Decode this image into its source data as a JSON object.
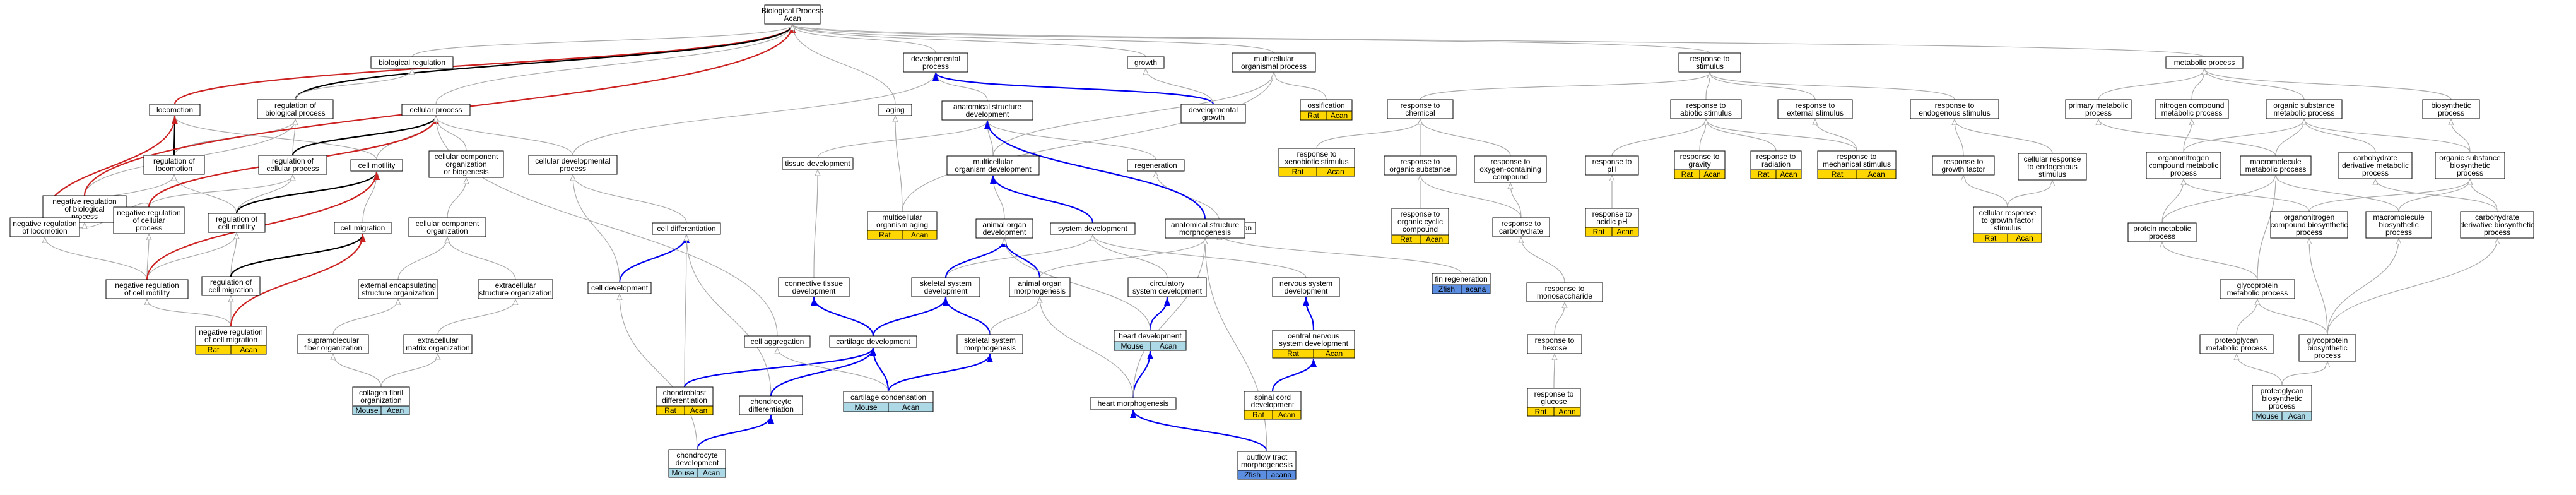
{
  "colors": {
    "is_a": "#aaaaaa",
    "part_of": "#0000ee",
    "regulates": "#000000",
    "negatively_regulates": "#cc2222",
    "rat": "#ffd700",
    "mouse": "#add8e6",
    "zebrafish": "#5b8de0",
    "border": "#000000"
  },
  "nodes": {
    "bp": {
      "lines": [
        "Biological Process",
        "Acan"
      ]
    },
    "biolreg": {
      "lines": [
        "biological regulation"
      ]
    },
    "loco": {
      "lines": [
        "locomotion"
      ]
    },
    "regbp": {
      "lines": [
        "regulation of",
        "biological process"
      ]
    },
    "cellproc": {
      "lines": [
        "cellular process"
      ]
    },
    "devproc": {
      "lines": [
        "developmental",
        "process"
      ]
    },
    "growth": {
      "lines": [
        "growth"
      ]
    },
    "multi": {
      "lines": [
        "multicellular",
        "organismal process"
      ]
    },
    "ossif": {
      "lines": [
        "ossification"
      ],
      "tags": [
        "Rat",
        "Acan"
      ]
    },
    "resp": {
      "lines": [
        "response to",
        "stimulus"
      ]
    },
    "metab": {
      "lines": [
        "metabolic process"
      ]
    },
    "negregbp": {
      "lines": [
        "negative regulation",
        "of biological",
        "process"
      ]
    },
    "regloco": {
      "lines": [
        "regulation of",
        "locomotion"
      ]
    },
    "regcellproc": {
      "lines": [
        "regulation of",
        "cellular process"
      ]
    },
    "cellmot": {
      "lines": [
        "cell motility"
      ]
    },
    "ccobio": {
      "lines": [
        "cellular component",
        "organization",
        "or biogenesis"
      ]
    },
    "celldevproc": {
      "lines": [
        "cellular developmental",
        "process"
      ]
    },
    "aging": {
      "lines": [
        "aging"
      ]
    },
    "asd": {
      "lines": [
        "anatomical structure",
        "development"
      ]
    },
    "devgrowth": {
      "lines": [
        "developmental",
        "growth"
      ]
    },
    "respchem": {
      "lines": [
        "response to",
        "chemical"
      ]
    },
    "respabio": {
      "lines": [
        "response to",
        "abiotic stimulus"
      ]
    },
    "respext": {
      "lines": [
        "response to",
        "external stimulus"
      ]
    },
    "respendo": {
      "lines": [
        "response to",
        "endogenous stimulus"
      ]
    },
    "primmet": {
      "lines": [
        "primary metabolic",
        "process"
      ]
    },
    "nitro": {
      "lines": [
        "nitrogen compound",
        "metabolic process"
      ]
    },
    "osmet": {
      "lines": [
        "organic substance",
        "metabolic process"
      ]
    },
    "biosyn": {
      "lines": [
        "biosynthetic",
        "process"
      ]
    },
    "negregloco": {
      "lines": [
        "negative regulation",
        "of locomotion"
      ]
    },
    "negregcp": {
      "lines": [
        "negative regulation",
        "of cellular",
        "process"
      ]
    },
    "regcellmot": {
      "lines": [
        "regulation of",
        "cell motility"
      ]
    },
    "cellmig": {
      "lines": [
        "cell migration"
      ]
    },
    "cco": {
      "lines": [
        "cellular component",
        "organization"
      ]
    },
    "celldiff": {
      "lines": [
        "cell differentiation"
      ]
    },
    "tissdev": {
      "lines": [
        "tissue development"
      ]
    },
    "mcoa": {
      "lines": [
        "multicellular",
        "organism aging"
      ],
      "tags": [
        "Rat",
        "Acan"
      ]
    },
    "mod": {
      "lines": [
        "multicellular",
        "organism development"
      ]
    },
    "regen": {
      "lines": [
        "regeneration"
      ]
    },
    "tissregen": {
      "lines": [
        "tissue regeneration"
      ]
    },
    "finregen": {
      "lines": [
        "fin regeneration"
      ],
      "tags": [
        "Zfish",
        "acana"
      ]
    },
    "respxeno": {
      "lines": [
        "response to",
        "xenobiotic stimulus"
      ],
      "tags": [
        "Rat",
        "Acan"
      ]
    },
    "resporg": {
      "lines": [
        "response to",
        "organic substance"
      ]
    },
    "respoxy": {
      "lines": [
        "response to",
        "oxygen-containing",
        "compound"
      ]
    },
    "respph": {
      "lines": [
        "response to",
        "pH"
      ]
    },
    "respgrav": {
      "lines": [
        "response to",
        "gravity"
      ],
      "tags": [
        "Rat",
        "Acan"
      ]
    },
    "resprad": {
      "lines": [
        "response to",
        "radiation"
      ],
      "tags": [
        "Rat",
        "Acan"
      ]
    },
    "respmech": {
      "lines": [
        "response to",
        "mechanical stimulus"
      ],
      "tags": [
        "Rat",
        "Acan"
      ]
    },
    "respgf": {
      "lines": [
        "response to",
        "growth factor"
      ]
    },
    "cellrespendo": {
      "lines": [
        "cellular response",
        "to endogenous",
        "stimulus"
      ]
    },
    "orgnitro": {
      "lines": [
        "organonitrogen",
        "compound metabolic",
        "process"
      ]
    },
    "macromet": {
      "lines": [
        "macromolecule",
        "metabolic process"
      ]
    },
    "carbderiv": {
      "lines": [
        "carbohydrate",
        "derivative metabolic",
        "process"
      ]
    },
    "osbio": {
      "lines": [
        "organic substance",
        "biosynthetic",
        "process"
      ]
    },
    "negregcm": {
      "lines": [
        "negative regulation",
        "of cell motility"
      ]
    },
    "regcm": {
      "lines": [
        "regulation of",
        "cell migration"
      ]
    },
    "extencap": {
      "lines": [
        "external encapsulating",
        "structure organization"
      ]
    },
    "extstruct": {
      "lines": [
        "extracellular",
        "structure organization"
      ]
    },
    "celldev": {
      "lines": [
        "cell development"
      ]
    },
    "connective": {
      "lines": [
        "connective tissue",
        "development"
      ]
    },
    "aom": {
      "lines": [
        "animal organ",
        "development"
      ]
    },
    "sysdev": {
      "lines": [
        "system development"
      ]
    },
    "asm": {
      "lines": [
        "anatomical structure",
        "morphogenesis"
      ]
    },
    "respcyclic": {
      "lines": [
        "response to",
        "organic cyclic",
        "compound"
      ],
      "tags": [
        "Rat",
        "Acan"
      ]
    },
    "respcarb": {
      "lines": [
        "response to",
        "carbohydrate"
      ]
    },
    "respacid": {
      "lines": [
        "response to",
        "acidic pH"
      ],
      "tags": [
        "Rat",
        "Acan"
      ]
    },
    "cellrespgf": {
      "lines": [
        "cellular response",
        "to growth factor",
        "stimulus"
      ],
      "tags": [
        "Rat",
        "Acan"
      ]
    },
    "protmet": {
      "lines": [
        "protein metabolic",
        "process"
      ]
    },
    "orgnbio": {
      "lines": [
        "organonitrogen",
        "compound biosynthetic",
        "process"
      ]
    },
    "macrobio": {
      "lines": [
        "macromolecule",
        "biosynthetic",
        "process"
      ]
    },
    "carbderivbio": {
      "lines": [
        "carbohydrate",
        "derivative biosynthetic",
        "process"
      ]
    },
    "negregcmig": {
      "lines": [
        "negative regulation",
        "of cell migration"
      ],
      "tags": [
        "Rat",
        "Acan"
      ]
    },
    "supramol": {
      "lines": [
        "supramolecular",
        "fiber organization"
      ]
    },
    "ecmorg": {
      "lines": [
        "extracellular",
        "matrix organization"
      ]
    },
    "skeldev": {
      "lines": [
        "skeletal system",
        "development"
      ]
    },
    "aomorph": {
      "lines": [
        "animal organ",
        "morphogenesis"
      ]
    },
    "circdev": {
      "lines": [
        "circulatory",
        "system development"
      ]
    },
    "nsdev": {
      "lines": [
        "nervous system",
        "development"
      ]
    },
    "respmono": {
      "lines": [
        "response to",
        "monosaccharide"
      ]
    },
    "glycomet": {
      "lines": [
        "glycoprotein",
        "metabolic process"
      ]
    },
    "collagen": {
      "lines": [
        "collagen fibril",
        "organization"
      ],
      "tags": [
        "Mouse",
        "Acan"
      ]
    },
    "cellagg": {
      "lines": [
        "cell aggregation"
      ]
    },
    "cartdev": {
      "lines": [
        "cartilage development"
      ]
    },
    "skelmorph": {
      "lines": [
        "skeletal system",
        "morphogenesis"
      ]
    },
    "heartdev": {
      "lines": [
        "heart development"
      ],
      "tags": [
        "Mouse",
        "Acan"
      ]
    },
    "cnsdev": {
      "lines": [
        "central nervous",
        "system development"
      ],
      "tags": [
        "Rat",
        "Acan"
      ]
    },
    "resphex": {
      "lines": [
        "response to",
        "hexose"
      ]
    },
    "pgmet": {
      "lines": [
        "proteoglycan",
        "metabolic process"
      ]
    },
    "glycobio": {
      "lines": [
        "glycoprotein",
        "biosynthetic",
        "process"
      ]
    },
    "chondroblast": {
      "lines": [
        "chondroblast",
        "differentiation"
      ],
      "tags": [
        "Rat",
        "Acan"
      ]
    },
    "chondrocyte": {
      "lines": [
        "chondrocyte",
        "differentiation"
      ]
    },
    "cartcond": {
      "lines": [
        "cartilage condensation"
      ],
      "tags": [
        "Mouse",
        "Acan"
      ]
    },
    "heartmorph": {
      "lines": [
        "heart morphogenesis"
      ]
    },
    "spinal": {
      "lines": [
        "spinal cord",
        "development"
      ],
      "tags": [
        "Rat",
        "Acan"
      ]
    },
    "respgluc": {
      "lines": [
        "response to",
        "glucose"
      ],
      "tags": [
        "Rat",
        "Acan"
      ]
    },
    "pgbio": {
      "lines": [
        "proteoglycan",
        "biosynthetic",
        "process"
      ],
      "tags": [
        "Mouse",
        "Acan"
      ]
    },
    "chondrodev": {
      "lines": [
        "chondrocyte",
        "development"
      ],
      "tags": [
        "Mouse",
        "Acan"
      ]
    },
    "outflow": {
      "lines": [
        "outflow tract",
        "morphogenesis"
      ],
      "tags": [
        "Zfish",
        "acana"
      ]
    }
  }
}
